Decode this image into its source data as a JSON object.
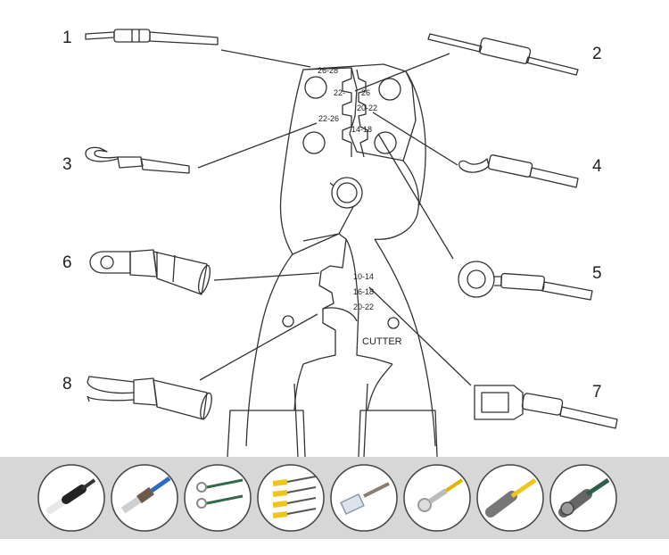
{
  "callouts": [
    "1",
    "2",
    "3",
    "4",
    "5",
    "6",
    "7",
    "8"
  ],
  "upper_gauges": [
    "26-28",
    "22-",
    "26",
    "20-22",
    "22-26",
    "14-18"
  ],
  "lower_gauges": [
    "10-14",
    "16-18",
    "20-22"
  ],
  "cutter_label": "CUTTER",
  "terminal_thumbnails": [
    {
      "icon": "insulated-ferrule-icon"
    },
    {
      "icon": "bare-ferrule-icon"
    },
    {
      "icon": "ring-terminal-pair-icon"
    },
    {
      "icon": "yellow-insulated-terminals-icon"
    },
    {
      "icon": "female-spade-connector-icon"
    },
    {
      "icon": "ring-lug-terminal-icon"
    },
    {
      "icon": "f-type-connector-icon"
    },
    {
      "icon": "bnc-connector-icon"
    }
  ],
  "colors": {
    "line": "#333333",
    "strip": "#d7d7d7",
    "thumb_bg": "#ffffff"
  }
}
